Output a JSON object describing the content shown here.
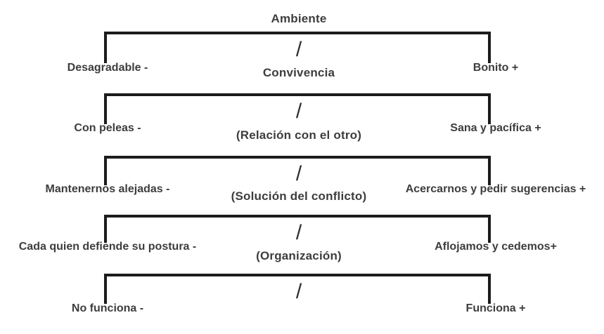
{
  "diagram": {
    "slash_glyph": "/",
    "line_color": "#1c1c1c",
    "text_color": "#3d3d3d",
    "scales": [
      {
        "title": "Ambiente",
        "negative": "Desagradable -",
        "positive": "Bonito +"
      },
      {
        "title": "Convivencia",
        "negative": "Con peleas -",
        "positive": "Sana y pacífica +"
      },
      {
        "title": "(Relación con el otro)",
        "negative": "Mantenernos alejadas -",
        "positive": "Acercarnos y pedir sugerencias +"
      },
      {
        "title": "(Solución del conflicto)",
        "negative": "Cada quien defiende su postura -",
        "positive": "Aflojamos y cedemos+"
      },
      {
        "title": "(Organización)",
        "negative": "No funciona -",
        "positive": "Funciona +"
      }
    ]
  }
}
